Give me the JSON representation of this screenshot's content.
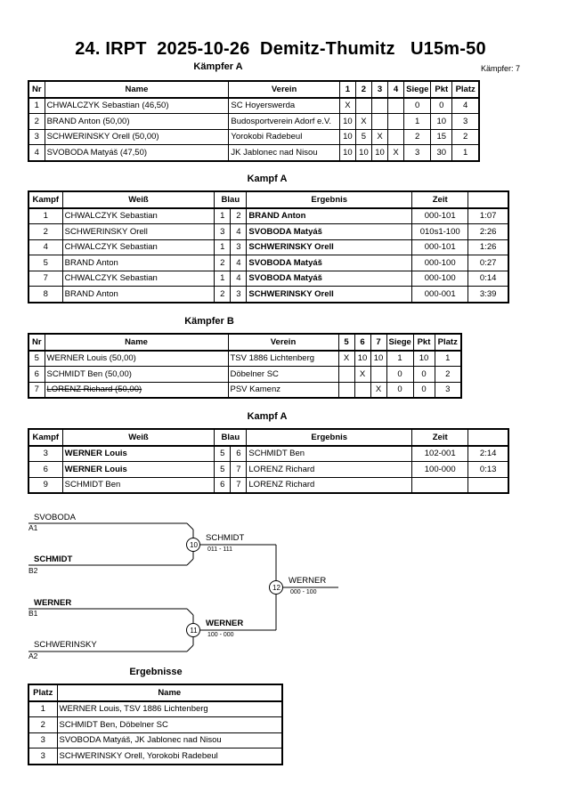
{
  "header": {
    "title": "24. IRPT  2025-10-26  Demitz-Thumitz   U15m-50",
    "fighters_label": "Kämpfer: 7"
  },
  "pool_a": {
    "title": "Kämpfer A",
    "headers": [
      "Nr",
      "Name",
      "Verein",
      "1",
      "2",
      "3",
      "4",
      "Siege",
      "Pkt",
      "Platz"
    ],
    "rows": [
      {
        "nr": "1",
        "name": "CHWALCZYK Sebastian  (46,50)",
        "club": "SC Hoyerswerda",
        "r1": "X",
        "r2": "",
        "r3": "",
        "r4": "",
        "wins": "0",
        "pts": "0",
        "place": "4"
      },
      {
        "nr": "2",
        "name": "BRAND Anton  (50,00)",
        "club": "Budosportverein Adorf e.V.",
        "r1": "10",
        "r2": "X",
        "r3": "",
        "r4": "",
        "wins": "1",
        "pts": "10",
        "place": "3"
      },
      {
        "nr": "3",
        "name": "SCHWERINSKY Orell  (50,00)",
        "club": "Yorokobi Radebeul",
        "r1": "10",
        "r2": "5",
        "r3": "X",
        "r4": "",
        "wins": "2",
        "pts": "15",
        "place": "2"
      },
      {
        "nr": "4",
        "name": "SVOBODA Matyáš  (47,50)",
        "club": "JK Jablonec nad Nisou",
        "r1": "10",
        "r2": "10",
        "r3": "10",
        "r4": "X",
        "wins": "3",
        "pts": "30",
        "place": "1"
      }
    ]
  },
  "fights_a": {
    "title": "Kampf A",
    "headers": [
      "Kampf",
      "Weiß",
      "Blau",
      "Ergebnis",
      "Zeit"
    ],
    "rows": [
      {
        "no": "1",
        "white": "CHWALCZYK Sebastian",
        "wn": "1",
        "bn": "2",
        "blue": "BRAND Anton",
        "result": "000-101",
        "time": "1:07",
        "wwin": false,
        "bwin": true
      },
      {
        "no": "2",
        "white": "SCHWERINSKY Orell",
        "wn": "3",
        "bn": "4",
        "blue": "SVOBODA Matyáš",
        "result": "010s1-100",
        "time": "2:26",
        "wwin": false,
        "bwin": true
      },
      {
        "no": "4",
        "white": "CHWALCZYK Sebastian",
        "wn": "1",
        "bn": "3",
        "blue": "SCHWERINSKY Orell",
        "result": "000-101",
        "time": "1:26",
        "wwin": false,
        "bwin": true
      },
      {
        "no": "5",
        "white": "BRAND Anton",
        "wn": "2",
        "bn": "4",
        "blue": "SVOBODA Matyáš",
        "result": "000-100",
        "time": "0:27",
        "wwin": false,
        "bwin": true
      },
      {
        "no": "7",
        "white": "CHWALCZYK Sebastian",
        "wn": "1",
        "bn": "4",
        "blue": "SVOBODA Matyáš",
        "result": "000-100",
        "time": "0:14",
        "wwin": false,
        "bwin": true
      },
      {
        "no": "8",
        "white": "BRAND Anton",
        "wn": "2",
        "bn": "3",
        "blue": "SCHWERINSKY Orell",
        "result": "000-001",
        "time": "3:39",
        "wwin": false,
        "bwin": true
      }
    ]
  },
  "pool_b": {
    "title": "Kämpfer B",
    "headers": [
      "Nr",
      "Name",
      "Verein",
      "5",
      "6",
      "7",
      "Siege",
      "Pkt",
      "Platz"
    ],
    "rows": [
      {
        "nr": "5",
        "name": "WERNER Louis  (50,00)",
        "club": "TSV 1886 Lichtenberg",
        "r1": "X",
        "r2": "10",
        "r3": "10",
        "wins": "1",
        "pts": "10",
        "place": "1",
        "strike": false
      },
      {
        "nr": "6",
        "name": "SCHMIDT Ben  (50,00)",
        "club": "Döbelner SC",
        "r1": "",
        "r2": "X",
        "r3": "",
        "wins": "0",
        "pts": "0",
        "place": "2",
        "strike": false
      },
      {
        "nr": "7",
        "name": "LORENZ  Richard  (50,00)",
        "club": "PSV Kamenz",
        "r1": "",
        "r2": "",
        "r3": "X",
        "wins": "0",
        "pts": "0",
        "place": "3",
        "strike": true
      }
    ]
  },
  "fights_b": {
    "title": "Kampf A",
    "headers": [
      "Kampf",
      "Weiß",
      "Blau",
      "Ergebnis",
      "Zeit"
    ],
    "rows": [
      {
        "no": "3",
        "white": "WERNER Louis",
        "wn": "5",
        "bn": "6",
        "blue": "SCHMIDT Ben",
        "result": "102-001",
        "time": "2:14",
        "wwin": true,
        "bwin": false
      },
      {
        "no": "6",
        "white": "WERNER Louis",
        "wn": "5",
        "bn": "7",
        "blue": "LORENZ  Richard",
        "result": "100-000",
        "time": "0:13",
        "wwin": true,
        "bwin": false
      },
      {
        "no": "9",
        "white": "SCHMIDT Ben",
        "wn": "6",
        "bn": "7",
        "blue": "LORENZ  Richard",
        "result": "",
        "time": "",
        "wwin": false,
        "bwin": false
      }
    ]
  },
  "bracket": {
    "f1_top": "SVOBODA",
    "f1_top_seed": "A1",
    "f1_bot": "SCHMIDT",
    "f1_bot_seed": "B2",
    "f2_top": "WERNER",
    "f2_top_seed": "B1",
    "f2_bot": "SCHWERINSKY",
    "f2_bot_seed": "A2",
    "m10": "10",
    "m10_winner": "SCHMIDT",
    "m10_score": "011 - 111",
    "m11": "11",
    "m11_winner": "WERNER",
    "m11_score": "100 - 000",
    "m12": "12",
    "m12_winner": "WERNER",
    "m12_score": "000 - 100"
  },
  "results": {
    "title": "Ergebnisse",
    "headers": [
      "Platz",
      "Name"
    ],
    "rows": [
      {
        "place": "1",
        "name": "WERNER Louis, TSV 1886 Lichtenberg"
      },
      {
        "place": "2",
        "name": "SCHMIDT Ben, Döbelner SC"
      },
      {
        "place": "3",
        "name": "SVOBODA Matyáš, JK Jablonec nad Nisou"
      },
      {
        "place": "3",
        "name": "SCHWERINSKY Orell, Yorokobi Radebeul"
      }
    ]
  }
}
